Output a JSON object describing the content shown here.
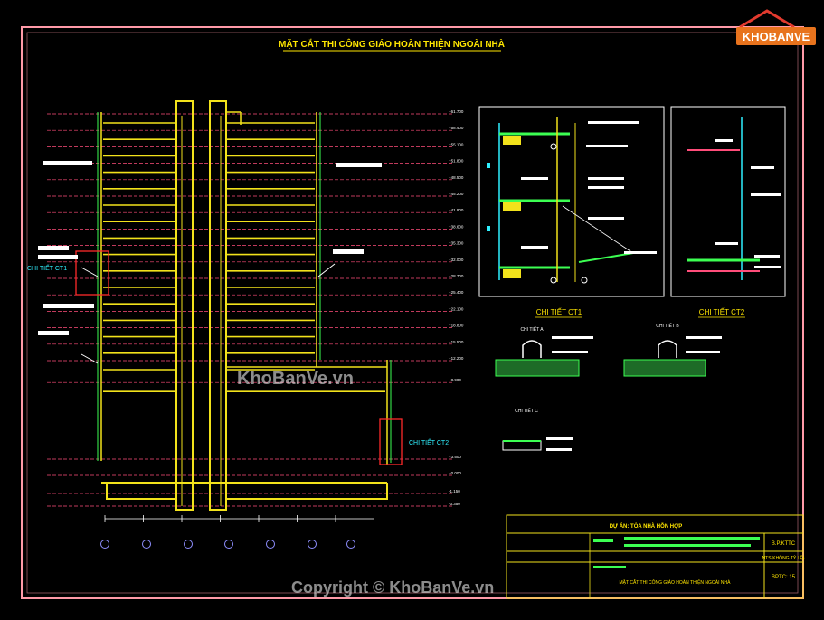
{
  "drawing": {
    "title": "MẶT CẮT THI CÔNG GIÁO HOÀN THIỆN NGOÀI NHÀ",
    "colors": {
      "background": "#000000",
      "border": "#ff9aa8",
      "building": "#f2e21b",
      "floor_line": "#ff4d7a",
      "green": "#3cff52",
      "cyan": "#2ff0ff",
      "white": "#ffffff",
      "red_box": "#ff2a2a",
      "title": "#ffe600"
    }
  },
  "elevations": {
    "labels": [
      "+61.700",
      "+58.400",
      "+55.100",
      "+51.800",
      "+48.500",
      "+45.200",
      "+41.900",
      "+38.600",
      "+35.300",
      "+32.000",
      "+28.700",
      "+25.400",
      "+22.100",
      "+18.800",
      "+15.500",
      "+12.200",
      "+8.900",
      "+3.500",
      "+0.000",
      "-1.150",
      "-3.350"
    ]
  },
  "callouts": {
    "ct1_label": "CHI TIẾT CT1",
    "ct2_label": "CHI TIẾT CT2"
  },
  "details": {
    "ct1_caption": "CHI TIẾT CT1",
    "ct2_caption": "CHI TIẾT CT2",
    "small_a": "CHI TIẾT A",
    "small_b": "CHI TIẾT B",
    "small_c": "CHI TIẾT C"
  },
  "title_block": {
    "project": "DỰ ÁN: TÒA NHÀ HỖN HỢP",
    "sheet_name": "MẶT CẮT THI CÔNG GIÁO HOÀN THIỆN NGOÀI NHÀ",
    "code": "B.P.KTTC",
    "scale_note": "NTS(KHÔNG TỶ LỆ)",
    "sheet_no": "BPTC: 15"
  },
  "watermarks": {
    "logo_text": "KHOBANVE",
    "site": "KhoBanVe.vn",
    "copyright": "Copyright © KhoBanVe.vn"
  }
}
